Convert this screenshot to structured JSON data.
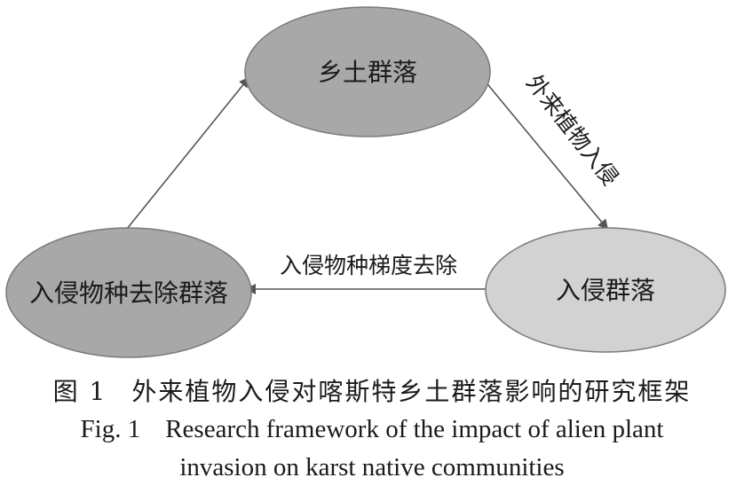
{
  "diagram": {
    "nodes": {
      "native": {
        "label": "乡土群落",
        "fill": "#a8a8a8"
      },
      "invaded": {
        "label": "入侵群落",
        "fill": "#d2d2d2"
      },
      "removed": {
        "label": "入侵物种去除群落",
        "fill": "#a8a8a8"
      }
    },
    "edges": {
      "invasion": {
        "label": "外来植物入侵"
      },
      "removal": {
        "label": "入侵物种梯度去除"
      },
      "recovery": {
        "label": ""
      }
    },
    "colors": {
      "node_stroke": "#7a7a7a",
      "arrow": "#555555"
    }
  },
  "caption": {
    "zh_label": "图 1",
    "zh_text": "外来植物入侵对喀斯特乡土群落影响的研究框架",
    "en_label": "Fig. 1",
    "en_line1": "Research framework of the impact of alien plant",
    "en_line2": "invasion on karst native communities"
  }
}
